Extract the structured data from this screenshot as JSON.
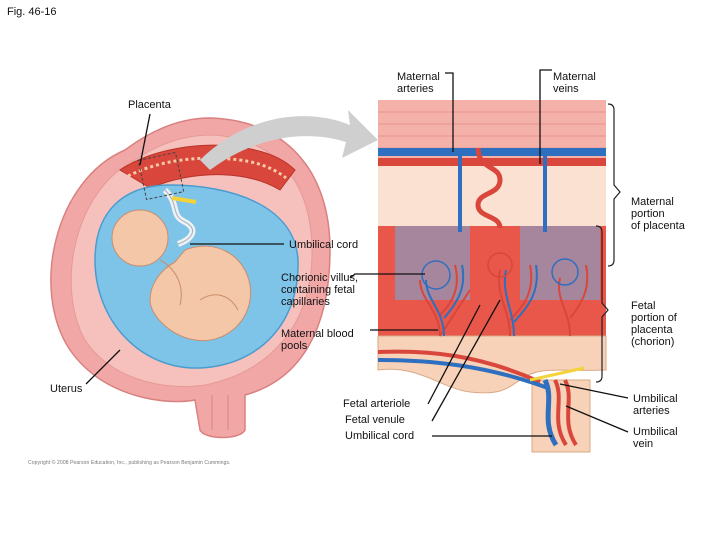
{
  "figure": {
    "number": "Fig. 46-16",
    "copyright": "Copyright © 2008 Pearson Education, Inc., publishing as Pearson Benjamin Cummings."
  },
  "labels": {
    "maternal_arteries": "Maternal\narteries",
    "maternal_veins": "Maternal\nveins",
    "placenta": "Placenta",
    "maternal_portion": "Maternal\nportion\nof placenta",
    "umbilical_cord_top": "Umbilical cord",
    "chorionic_villus": "Chorionic villus,\ncontaining fetal\ncapillaries",
    "maternal_blood_pools": "Maternal blood\npools",
    "fetal_portion": "Fetal\nportion of\nplacenta\n(chorion)",
    "uterus": "Uterus",
    "fetal_arteriole": "Fetal arteriole",
    "fetal_venule": "Fetal venule",
    "umbilical_cord_bottom": "Umbilical cord",
    "umbilical_arteries": "Umbilical\narteries",
    "umbilical_vein": "Umbilical\nvein"
  },
  "colors": {
    "uterus_wall": "#f2a7a7",
    "amniotic_fluid": "#7ec3e8",
    "fetus": "#f4c7a8",
    "maternal_blood": "#e8574a",
    "venous_blood": "#3a7bc8",
    "tissue": "#f7d2b8",
    "arrow_gray": "#c9c9c9"
  }
}
